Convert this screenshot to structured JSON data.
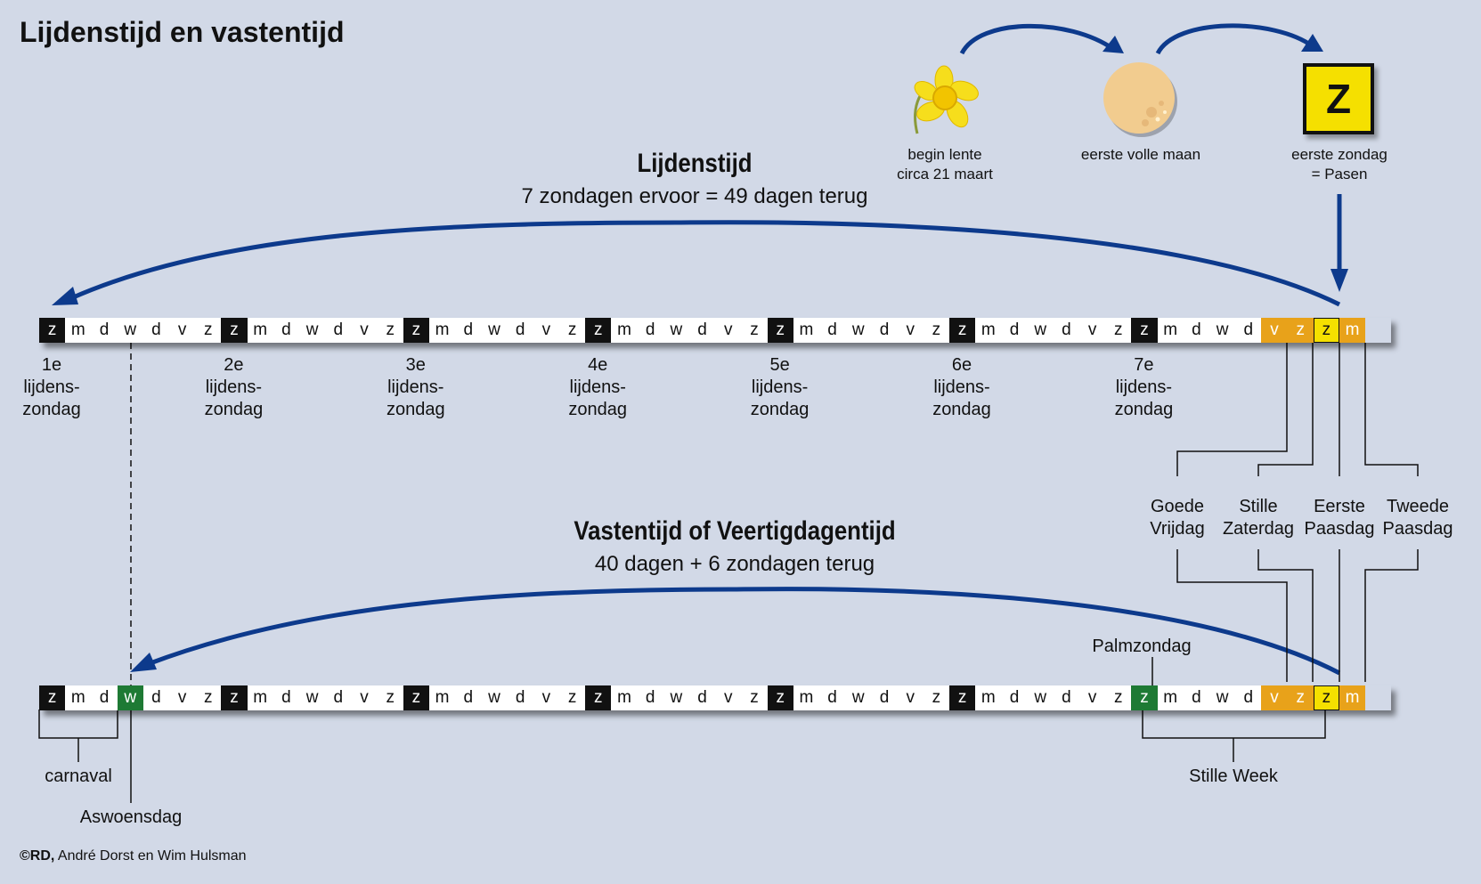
{
  "title": "Lijdenstijd en vastentijd",
  "lijdenstijd": {
    "heading": "Lijdenstijd",
    "subtitle": "7 zondagen ervoor = 49 dagen terug"
  },
  "vastentijd": {
    "heading": "Vastentijd of Veertigdagentijd",
    "subtitle": "40 dagen + 6 zondagen terug"
  },
  "steps": {
    "lente_line1": "begin lente",
    "lente_line2": "circa 21 maart",
    "maan": "eerste volle maan",
    "zondag_line1": "eerste zondag",
    "zondag_line2": "= Pasen",
    "box_letter": "Z"
  },
  "day_letters": [
    "z",
    "m",
    "d",
    "w",
    "d",
    "v",
    "z"
  ],
  "tail_letters": [
    "v",
    "z",
    "z",
    "m"
  ],
  "sunday_labels": [
    {
      "n": "1e",
      "a": "lijdens-",
      "b": "zondag"
    },
    {
      "n": "2e",
      "a": "lijdens-",
      "b": "zondag"
    },
    {
      "n": "3e",
      "a": "lijdens-",
      "b": "zondag"
    },
    {
      "n": "4e",
      "a": "lijdens-",
      "b": "zondag"
    },
    {
      "n": "5e",
      "a": "lijdens-",
      "b": "zondag"
    },
    {
      "n": "6e",
      "a": "lijdens-",
      "b": "zondag"
    },
    {
      "n": "7e",
      "a": "lijdens-",
      "b": "zondag"
    }
  ],
  "easter_days": {
    "goede_1": "Goede",
    "goede_2": "Vrijdag",
    "stille_1": "Stille",
    "stille_2": "Zaterdag",
    "eerste_1": "Eerste",
    "eerste_2": "Paasdag",
    "tweede_1": "Tweede",
    "tweede_2": "Paasdag"
  },
  "labels": {
    "palmzondag": "Palmzondag",
    "carnaval": "carnaval",
    "aswoensdag": "Aswoensdag",
    "stille_week": "Stille Week"
  },
  "credit": {
    "bold": "©RD,",
    "rest": " André Dorst en Wim Hulsman"
  },
  "colors": {
    "background": "#d2d9e7",
    "arrow": "#0d3a8c",
    "sunday": "#111111",
    "holy_days": "#e8a21a",
    "easter": "#f5e000",
    "green": "#1e7a34"
  }
}
